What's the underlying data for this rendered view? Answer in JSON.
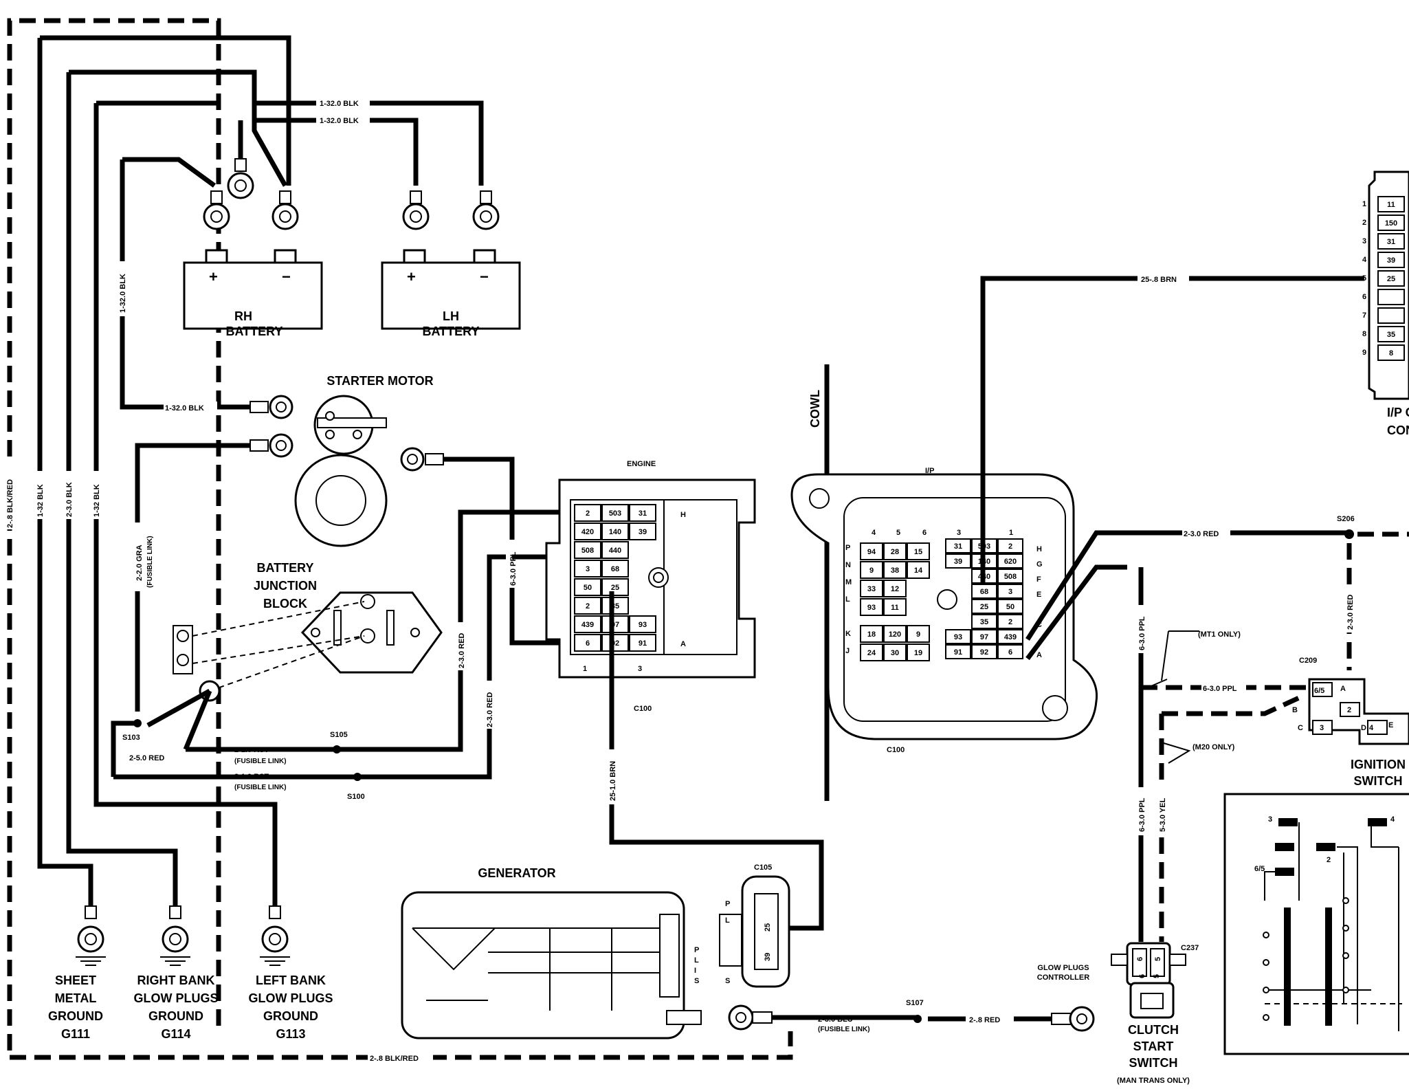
{
  "labels": {
    "rh_battery_line1": "RH",
    "rh_battery_line2": "BATTERY",
    "lh_battery_line1": "LH",
    "lh_battery_line2": "BATTERY",
    "plus": "+",
    "minus": "−",
    "starter_motor": "STARTER MOTOR",
    "battery_junction_block": [
      "BATTERY",
      "JUNCTION",
      "BLOCK"
    ],
    "generator": "GENERATOR",
    "generator_pins": [
      "P",
      "L",
      "I",
      "S"
    ],
    "sheet_metal_ground": [
      "SHEET",
      "METAL",
      "GROUND",
      "G111"
    ],
    "right_bank_ground": [
      "RIGHT BANK",
      "GLOW PLUGS",
      "GROUND",
      "G114"
    ],
    "left_bank_ground": [
      "LEFT BANK",
      "GLOW PLUGS",
      "GROUND",
      "G113"
    ],
    "engine": "ENGINE",
    "cowl": "COWL",
    "ip": "I/P",
    "c100": "C100",
    "c100_b": "C100",
    "c105": "C105",
    "c105_pins": [
      "P",
      "L",
      "S"
    ],
    "c237": "C237",
    "c209": "C209",
    "s206": "S206",
    "s105": "S105",
    "s100": "S100",
    "s103": "S103",
    "s107": "S107",
    "glow_plugs_controller": [
      "GLOW PLUGS",
      "CONTROLLER"
    ],
    "clutch_start_switch": [
      "CLUTCH",
      "START",
      "SWITCH"
    ],
    "man_trans_only": "(MAN TRANS ONLY)",
    "ignition_switch": [
      "IGNITION",
      "SWITCH"
    ],
    "ip_cluster_connector": [
      "I/P CL",
      "CONN"
    ],
    "mt1_only": "(MT1 ONLY)",
    "m20_only": "(M20 ONLY)"
  },
  "wires": {
    "w_1_32_blk_a": "1-32.0 BLK",
    "w_1_32_blk_b": "1-32.0 BLK",
    "w_1_32_blk_c": "1-32.0 BLK",
    "w_1_32_blk_d": "1-32.0 BLK",
    "w_1_32_blk_v1": "1-32 BLK",
    "w_2_3_blk_v": "2-3.0 BLK",
    "w_1_32_blk_v2": "1-32 BLK",
    "w_2_8_blk_red_v": "2-.8 BLK/RED",
    "w_2_8_blk_red_h": "2-.8 BLK/RED",
    "w_2_2_gra": "2-2.0 GRA",
    "w_fusible_link_gra": "(FUSIBLE LINK)",
    "w_2_5_red": "2-5.0 RED",
    "w_2_1_rst_a": "2-1.0 RST",
    "w_fusible_a": "(FUSIBLE LINK)",
    "w_2_1_rst_b": "2-1.0 RST",
    "w_fusible_b": "(FUSIBLE LINK)",
    "w_6_3_ppl": "6-3.0 PPL",
    "w_2_3_red_a": "2-3.0 RED",
    "w_2_3_red_b": "2-3.0 RED",
    "w_25_1_brn": "25-1.0 BRN",
    "w_25_8_brn": "25-.8 BRN",
    "w_2_3_red_c": "2-3.0 RED",
    "w_2_3_red_d": "2-3.0 RED",
    "w_6_3_ppl_b": "6-3.0 PPL",
    "w_6_3_ppl_c": "6-3.0 PPL",
    "w_6_3_ppl_d": "6-3.0 PPL",
    "w_5_3_yel": "5-3.0 YEL",
    "w_2_3_blu": "2-3.0 BLU",
    "w_fusible_blu": "(FUSIBLE LINK)",
    "w_2_8_red": "2-.8 RED"
  },
  "engine_connector": {
    "rows": [
      [
        "2",
        "503",
        "31"
      ],
      [
        "420",
        "140",
        "39"
      ],
      [
        "508",
        "440",
        ""
      ],
      [
        "3",
        "68",
        ""
      ],
      [
        "50",
        "25",
        ""
      ],
      [
        "2",
        "35",
        ""
      ],
      [
        "439",
        "97",
        "93"
      ],
      [
        "6",
        "92",
        "91"
      ]
    ],
    "side_labels": [
      "H",
      "A"
    ],
    "bottom_labels": [
      "1",
      "3"
    ]
  },
  "ip_connector": {
    "left_rows": [
      [
        "94",
        "28",
        "15"
      ],
      [
        "9",
        "38",
        "14"
      ],
      [
        "33",
        "12",
        ""
      ],
      [
        "93",
        "11",
        ""
      ]
    ],
    "left_lower_rows": [
      [
        "18",
        "120",
        "9"
      ],
      [
        "24",
        "30",
        "19"
      ]
    ],
    "left_letters": [
      "P",
      "N",
      "M",
      "L",
      "K",
      "J"
    ],
    "top_numbers": [
      "4",
      "5",
      "6",
      "3",
      "1"
    ],
    "right_rows": [
      [
        "31",
        "503",
        "2"
      ],
      [
        "39",
        "140",
        "620"
      ],
      [
        "",
        "440",
        "508"
      ],
      [
        "",
        "68",
        "3"
      ],
      [
        "",
        "25",
        "50"
      ],
      [
        "",
        "35",
        "2"
      ],
      [
        "93",
        "97",
        "439"
      ],
      [
        "91",
        "92",
        "6"
      ]
    ],
    "right_letters": [
      "H",
      "G",
      "F",
      "E",
      "C",
      "A"
    ]
  },
  "cluster_pins": {
    "numbers": [
      "1",
      "2",
      "3",
      "4",
      "5",
      "6",
      "7",
      "8",
      "9"
    ],
    "values": [
      "11",
      "150",
      "31",
      "39",
      "25",
      "",
      "",
      "35",
      "8"
    ]
  },
  "ignition": {
    "c209_pins": [
      "6/5",
      "2",
      "3",
      "4"
    ],
    "c209_letters": [
      "A",
      "B",
      "C",
      "D",
      "E"
    ],
    "terminal_labels": [
      "3",
      "4",
      "2",
      "6/5"
    ]
  },
  "c105_pins": [
    "25",
    "39"
  ],
  "c237_pins": [
    "6",
    "5"
  ],
  "clutch_pins": [
    "6",
    "5"
  ]
}
